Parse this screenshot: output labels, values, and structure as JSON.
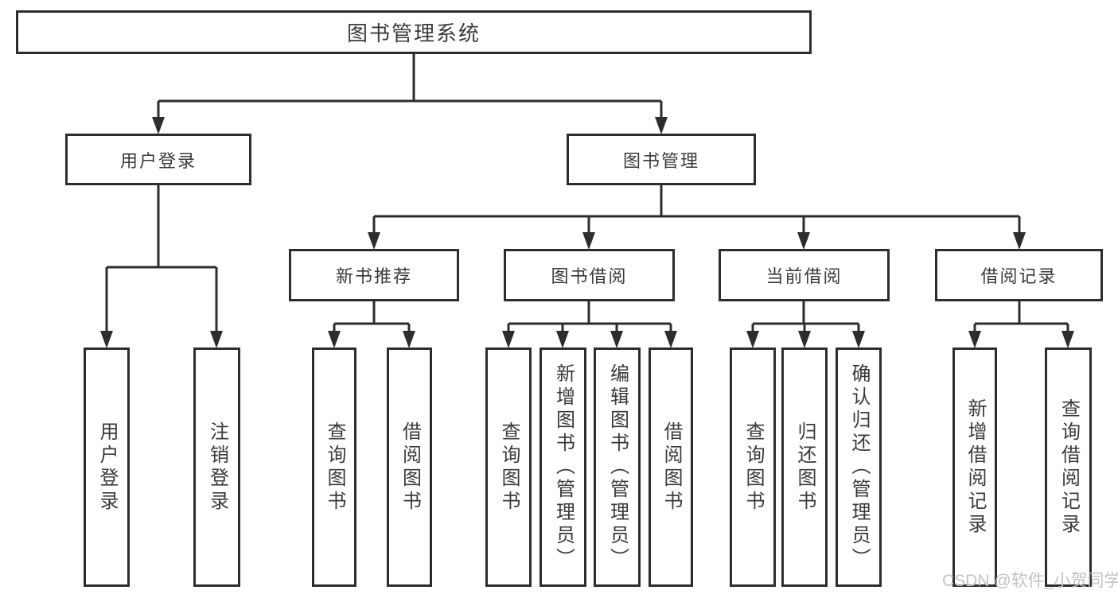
{
  "diagram_title": "图书管理系统",
  "nodes": {
    "root": "图书管理系统",
    "user_login": "用户登录",
    "book_mgmt": "图书管理",
    "new_book_rec": "新书推荐",
    "book_borrow": "图书借阅",
    "current_borrow": "当前借阅",
    "borrow_records": "借阅记录",
    "leaf_user_login": "用户登录",
    "leaf_logout": "注销登录",
    "leaf_query_book": "查询图书",
    "leaf_borrow_book": "借阅图书",
    "leaf_add_book_admin": "新增图书（管理员）",
    "leaf_edit_book_admin": "编辑图书（管理员）",
    "leaf_return_book": "归还图书",
    "leaf_confirm_return_admin": "确认归还（管理员）",
    "leaf_add_borrow_record": "新增借阅记录",
    "leaf_query_borrow_record": "查询借阅记录"
  },
  "watermark": "CSDN @软件_小贺同学",
  "colors": {
    "line": "#2d2d2d",
    "text": "#3a3a3a",
    "watermark": "#c2c2c2",
    "background": "#ffffff"
  }
}
